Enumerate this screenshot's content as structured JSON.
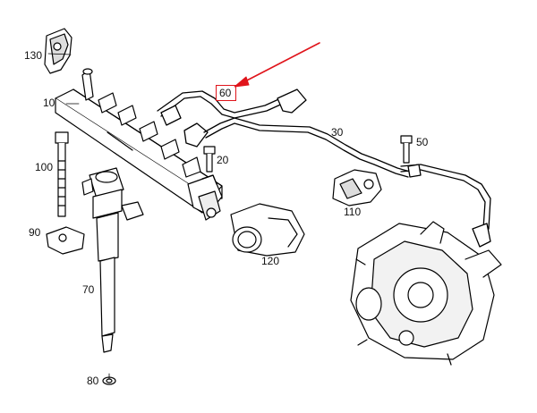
{
  "diagram": {
    "highlight_color": "#e0141b",
    "callouts": [
      {
        "id": "p130",
        "text": "130"
      },
      {
        "id": "p10",
        "text": "10"
      },
      {
        "id": "p60",
        "text": "60"
      },
      {
        "id": "p30",
        "text": "30"
      },
      {
        "id": "p50",
        "text": "50"
      },
      {
        "id": "p100",
        "text": "100"
      },
      {
        "id": "p20",
        "text": "20"
      },
      {
        "id": "p110",
        "text": "110"
      },
      {
        "id": "p90",
        "text": "90"
      },
      {
        "id": "p120",
        "text": "120"
      },
      {
        "id": "p70",
        "text": "70"
      },
      {
        "id": "p80",
        "text": "80"
      }
    ],
    "highlighted_callout": "60"
  }
}
